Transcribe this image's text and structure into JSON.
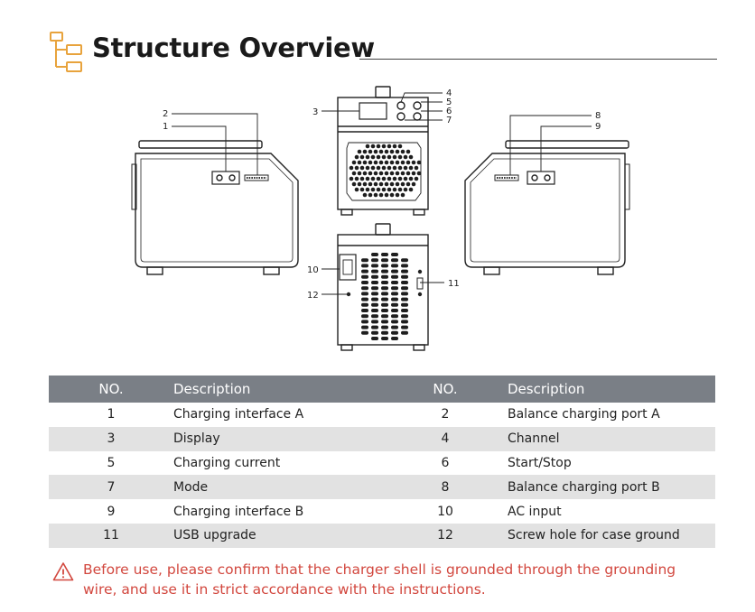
{
  "header": {
    "title": "Structure Overview",
    "accent_color": "#e8a33c",
    "icon": "hierarchy-icon"
  },
  "diagram": {
    "callouts": [
      "1",
      "2",
      "3",
      "4",
      "5",
      "6",
      "7",
      "8",
      "9",
      "10",
      "11",
      "12"
    ]
  },
  "table": {
    "headers": [
      "NO.",
      "Description",
      "NO.",
      "Description"
    ],
    "header_bg": "#7a7f86",
    "rows": [
      {
        "no1": "1",
        "desc1": "Charging interface A",
        "no2": "2",
        "desc2": "Balance charging port A"
      },
      {
        "no1": "3",
        "desc1": "Display",
        "no2": "4",
        "desc2": "Channel"
      },
      {
        "no1": "5",
        "desc1": "Charging current",
        "no2": "6",
        "desc2": "Start/Stop"
      },
      {
        "no1": "7",
        "desc1": "Mode",
        "no2": "8",
        "desc2": "Balance charging port B"
      },
      {
        "no1": "9",
        "desc1": "Charging interface B",
        "no2": "10",
        "desc2": "AC input"
      },
      {
        "no1": "11",
        "desc1": "USB upgrade",
        "no2": "12",
        "desc2": "Screw hole for case ground"
      }
    ]
  },
  "warning": {
    "icon": "warning-triangle-icon",
    "text": "Before use, please confirm that the charger shell is grounded through the grounding wire, and use it in strict accordance with the instructions.",
    "color": "#d2473e"
  }
}
